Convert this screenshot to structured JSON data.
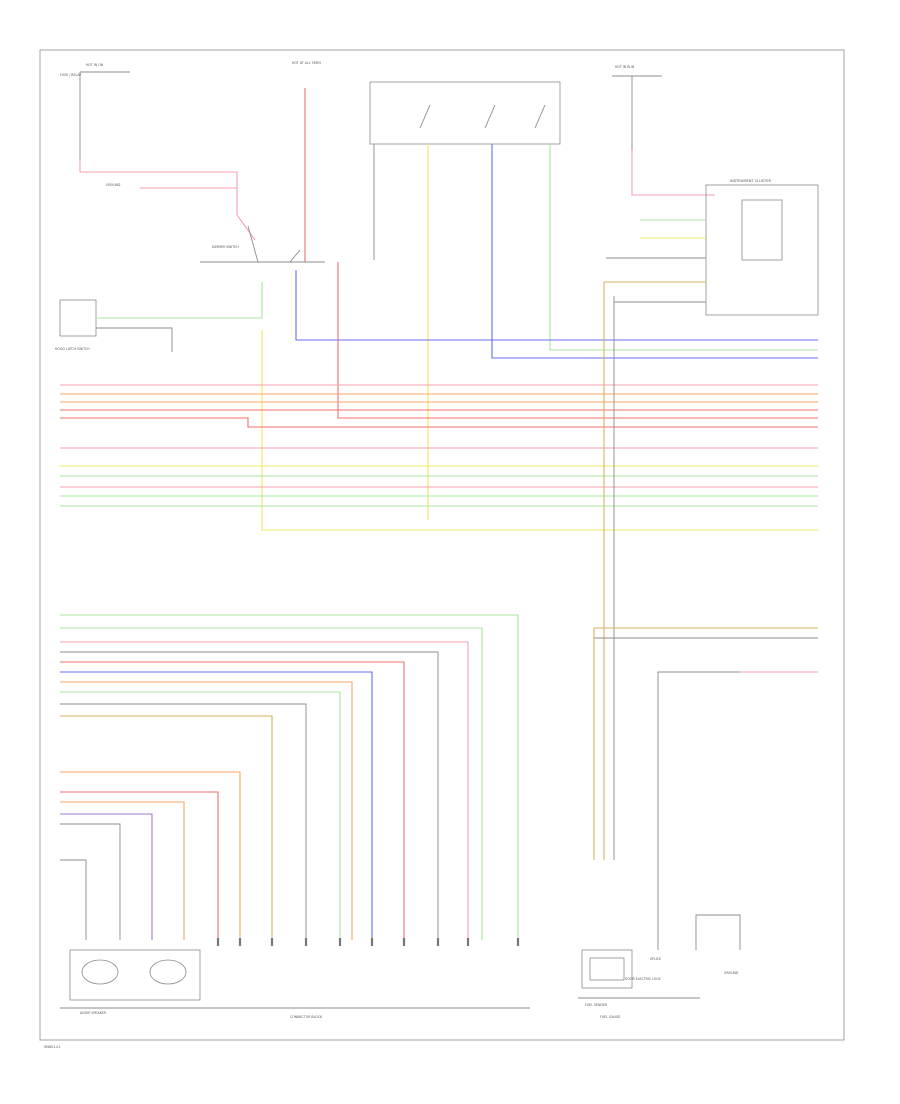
{
  "diagram": {
    "footer_code": "W9801-01",
    "colors": {
      "red": "#f07070",
      "pink": "#f5a0b0",
      "orange": "#f5a860",
      "yellow": "#f2e860",
      "green": "#a8e8a0",
      "blue": "#6a6cf0",
      "violet": "#a07ad0",
      "tan": "#d8b060",
      "gray": "#9a9a9a",
      "white_wire": "#dcdcdc",
      "light_blue": "#8cc8f0"
    },
    "labels": {
      "top_left_fuse": "HOT IN ON",
      "top_left_block": "FUSE / RELAY",
      "top_mid_fuse": "HOT AT ALL TIMES",
      "dimmer_block": "DIMMER SWITCH",
      "right_fuse": "HOT IN RUN",
      "cluster": "INSTRUMENT CLUSTER",
      "hood_switch": "HOOD LATCH SWITCH",
      "right_module": "DOOR ELECTRIC LOCK",
      "bottom_left": "AUDIO SPEAKER",
      "bottom_mid": "CONNECTOR BLOCK",
      "bottom_right_a": "FUEL SENDER",
      "bottom_right_b": "FUEL GAUGE",
      "ground": "GROUND",
      "splice": "SPLICE"
    }
  }
}
